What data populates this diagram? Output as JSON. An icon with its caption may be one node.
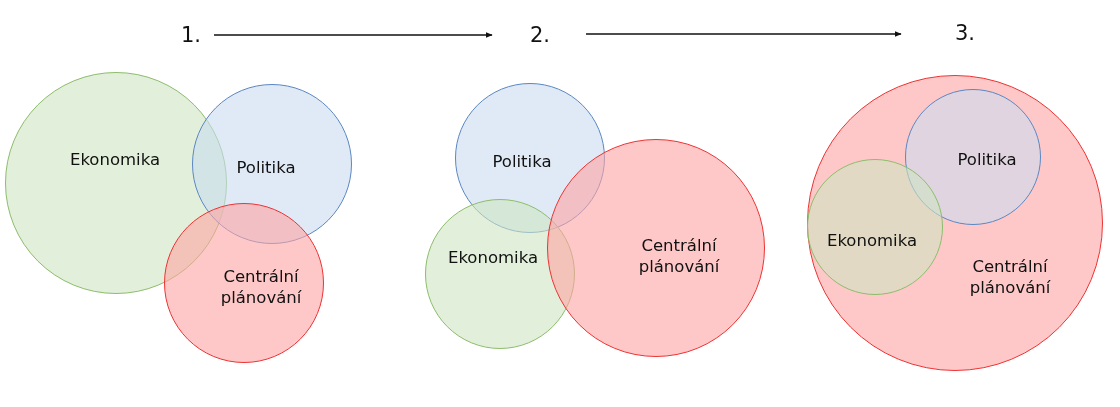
{
  "diagram": {
    "nodes": [
      {
        "text": [
          "1."
        ]
      },
      {
        "text": [
          "2."
        ]
      },
      {
        "text": [
          "3."
        ]
      },
      {
        "text": [
          "Ekonomika"
        ]
      },
      {
        "text": [
          "Politika"
        ]
      },
      {
        "text": [
          "Centrální plánování"
        ]
      },
      {
        "text": [
          "Politika"
        ]
      },
      {
        "text": [
          "Ekonomika"
        ]
      },
      {
        "text": [
          "Centrální plánování"
        ]
      },
      {
        "text": [
          "Centrální plánování"
        ]
      },
      {
        "text": [
          "Politika"
        ],
        "in": 9
      },
      {
        "text": [
          "Ekonomika"
        ],
        "in": 9
      }
    ],
    "edges": [
      {
        "from": 0,
        "to": 1,
        "arrow": "to"
      },
      {
        "from": 1,
        "to": 2,
        "arrow": "to"
      }
    ]
  }
}
